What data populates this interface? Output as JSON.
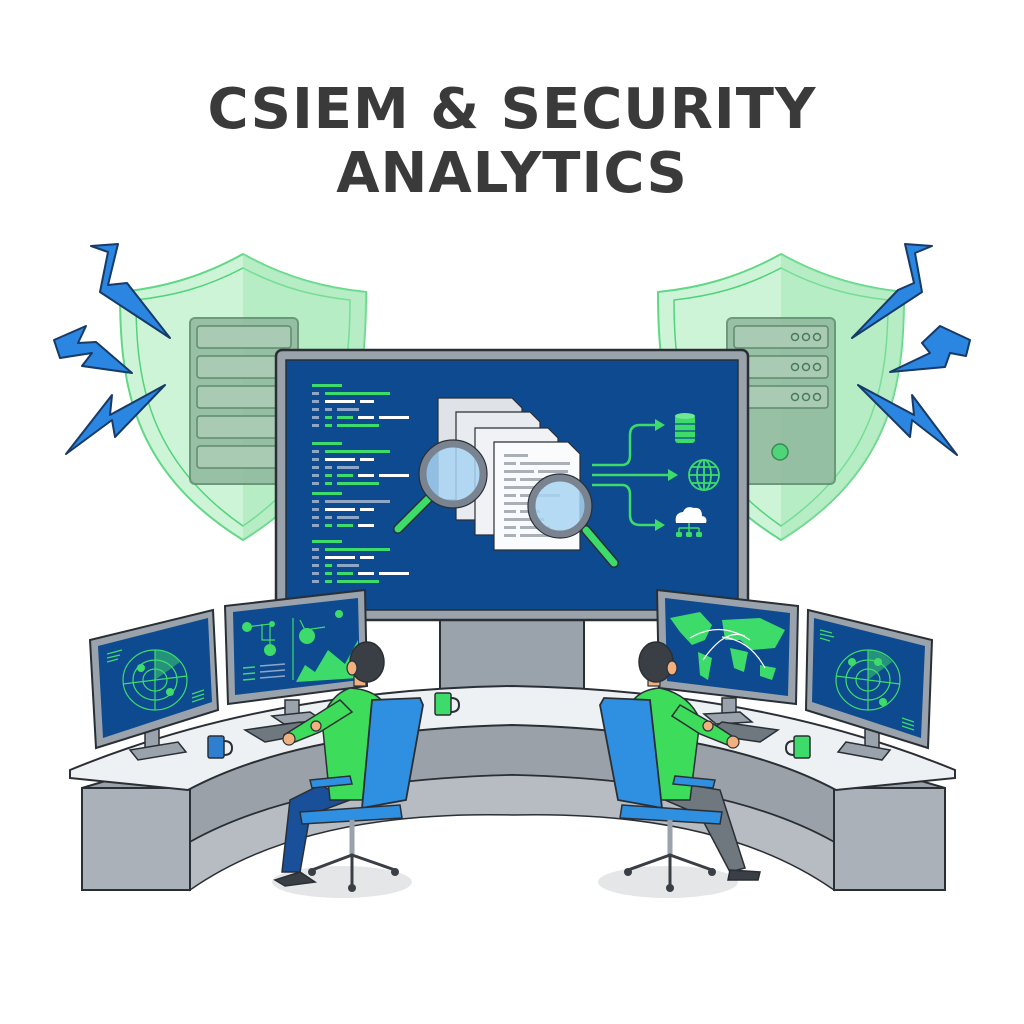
{
  "title": {
    "line1": "CSIEM & SECURITY",
    "line2": "ANALYTICS"
  },
  "colors": {
    "title_text": "#3a3a3a",
    "screen_blue": "#0d4a8f",
    "accent_green": "#3ddc6a",
    "bolt_blue": "#2a86e0",
    "shield_green": "#b8f0c6",
    "monitor_frame": "#9aa2ab",
    "desk_top": "#e9edf1",
    "desk_front": "#8e969e",
    "chair_blue": "#2f8fe0",
    "shirt_green": "#3ddc5a"
  },
  "illustration": {
    "left_shield": {
      "icon": "shield-server-icon",
      "server_slots": 5,
      "lightning_bolts": 3
    },
    "right_shield": {
      "icon": "shield-server-icon",
      "server_slots": 3,
      "lightning_bolts": 3
    },
    "main_monitor": {
      "content": [
        "log-code-lines",
        "documents-stack",
        "magnifier-left",
        "magnifier-right"
      ],
      "outputs": [
        "database-icon",
        "globe-icon",
        "cloud-network-icon"
      ]
    },
    "side_monitors": [
      {
        "position": "far-left",
        "content": "radar"
      },
      {
        "position": "left",
        "content": "network-graph-and-area-chart"
      },
      {
        "position": "right",
        "content": "world-map-connections"
      },
      {
        "position": "far-right",
        "content": "radar"
      }
    ],
    "analysts": [
      {
        "position": "left",
        "shirt": "green",
        "chair": "blue",
        "mug": "blue"
      },
      {
        "position": "right",
        "shirt": "green",
        "chair": "blue",
        "mug": "green"
      }
    ]
  }
}
